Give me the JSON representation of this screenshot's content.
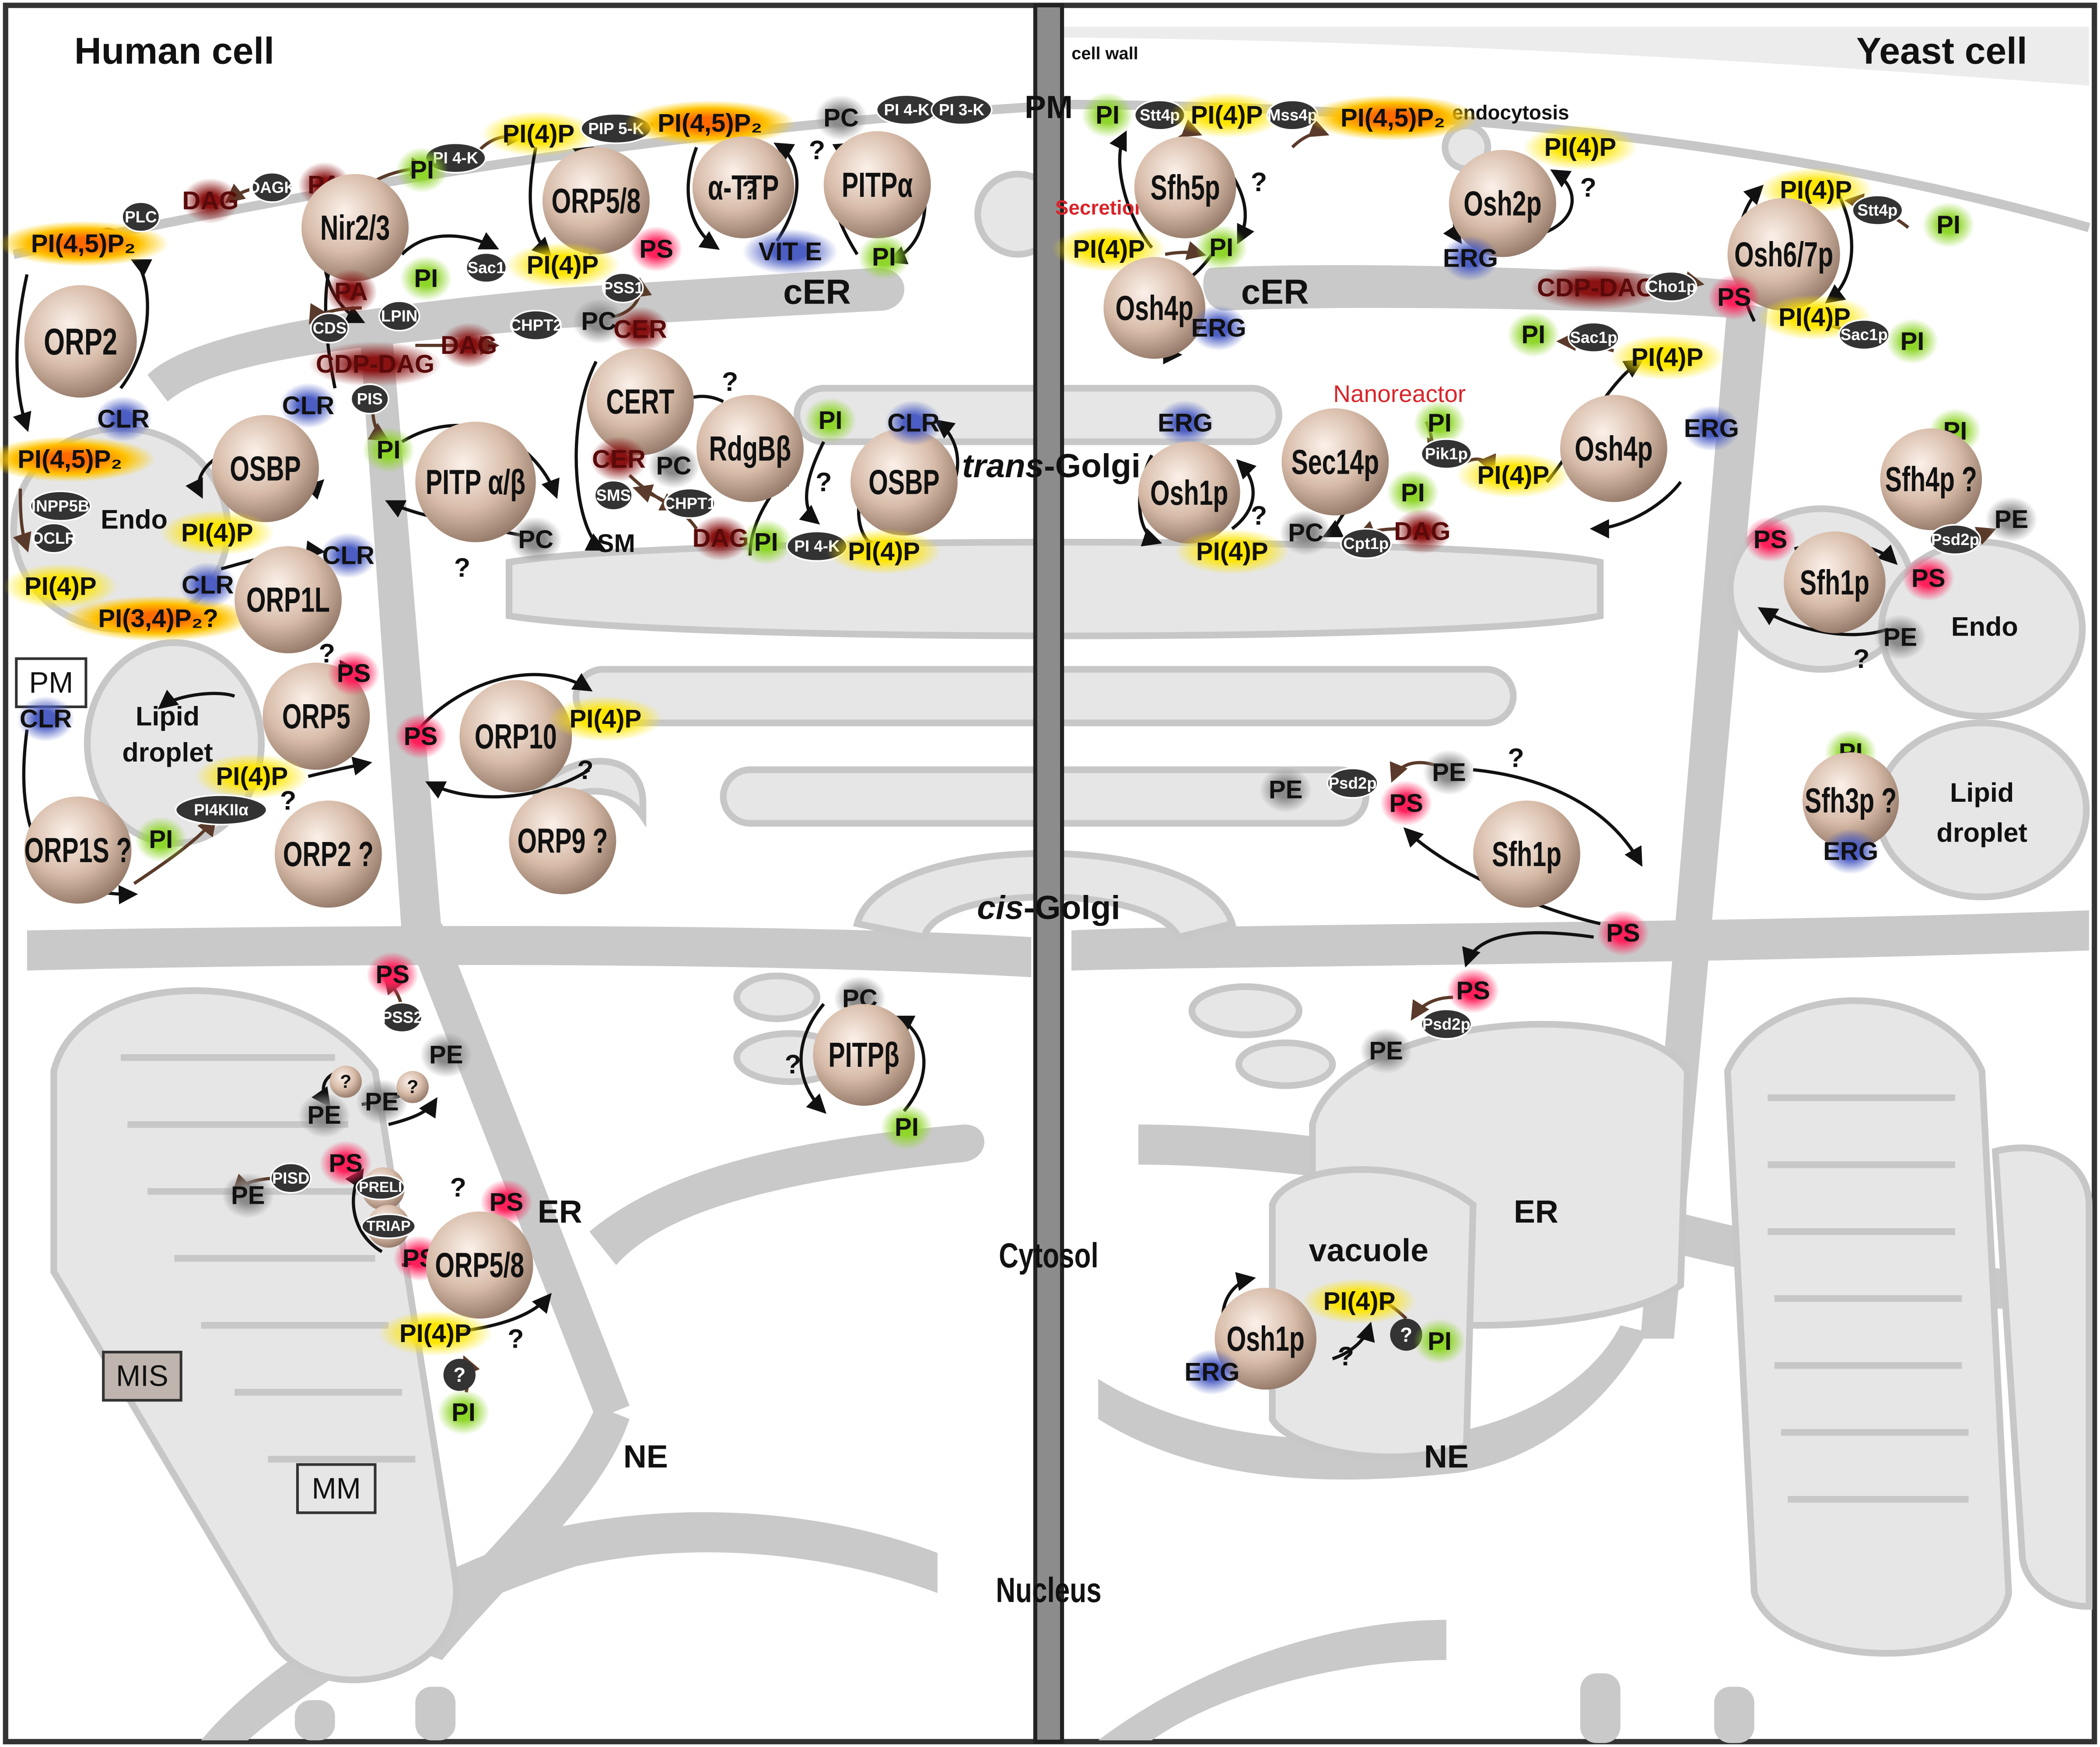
{
  "panels": {
    "human_title": "Human cell",
    "yeast_title": "Yeast cell",
    "center_pm": "PM",
    "cell_wall": "cell wall"
  },
  "compartments": {
    "human": {
      "cer": "cER",
      "endo": "Endo",
      "lipid_droplet": [
        "Lipid",
        "droplet"
      ],
      "pm_box": "PM",
      "mis_box": "MIS",
      "mm_box": "MM",
      "er": "ER",
      "ne": "NE"
    },
    "center": {
      "trans_golgi_italic": "trans",
      "trans_golgi_suffix": "-Golgi",
      "cis_golgi_italic": "cis",
      "cis_golgi_suffix": "-Golgi",
      "cytosol": "Cytosol",
      "nucleus": "Nucleus"
    },
    "yeast": {
      "cer": "cER",
      "endo": "Endo",
      "lipid_droplet": [
        "Lipid",
        "droplet"
      ],
      "er": "ER",
      "ne": "NE",
      "vacuole": "vacuole",
      "endocytosis": "endocytosis",
      "secretion": "Secretion",
      "nanoreactor": "Nanoreactor"
    }
  },
  "proteins": {
    "human": [
      "ORP2",
      "Nir2/3",
      "ORP5/8",
      "α-TTP",
      "PITPα",
      "OSBP",
      "CERT",
      "RdgBβ",
      "OSBP",
      "PITP α/β",
      "ORP1L",
      "ORP5",
      "ORP10",
      "ORP1S ?",
      "ORP2 ?",
      "ORP9 ?",
      "ORP5/8",
      "PITPβ"
    ],
    "yeast": [
      "Sfh5p",
      "Osh2p",
      "Osh6/7p",
      "Osh4p",
      "Osh1p",
      "Sec14p",
      "Osh4p",
      "Sfh4p ?",
      "Sfh1p",
      "Sfh1p",
      "Sfh3p ?",
      "Osh1p"
    ]
  },
  "enzymes": {
    "human": [
      "PLC",
      "DAGK",
      "PI 4-K",
      "PIP 5-K",
      "PI 4-K",
      "PI 3-K",
      "Sac1",
      "PSS1",
      "LPIN",
      "CDS",
      "CHPT2",
      "PIS",
      "SMS",
      "CHPT1",
      "PI 4-K",
      "INPP5B",
      "OCLR",
      "PI4KIIα",
      "PSS2",
      "PISD",
      "PRELI",
      "TRIAP"
    ],
    "yeast": [
      "Stt4p",
      "Mss4p",
      "Stt4p",
      "Cho1p",
      "Sac1p",
      "Sac1p",
      "Pik1p",
      "Cpt1p",
      "Psd2p",
      "Psd2p",
      "Psd2p"
    ]
  },
  "lipids": {
    "pi45p2": "PI(4,5)P₂",
    "pi34p2": "PI(3,4)P₂?",
    "pi4p": "PI(4)P",
    "pi": "PI",
    "ps": "PS",
    "pa": "PA",
    "dag": "DAG",
    "cdp_dag": "CDP-DAG",
    "pc": "PC",
    "pe": "PE",
    "clr": "CLR",
    "erg": "ERG",
    "cer": "CER",
    "sm": "SM",
    "vit_e": "VIT E"
  },
  "question_mark": "?",
  "colors": {
    "membrane": "#c9c9c9",
    "lumen": "#e6e6e6",
    "protein_fill": "#d9bfae",
    "enzyme_fill": "#333333",
    "pi4p_glow": "#ffe600",
    "pip2_glow": "#ff8a1f",
    "pi_glow": "#7fc820",
    "ps_glow": "#ff1f5a",
    "clr_glow": "#5561c0",
    "pe_glow": "#9a9a9a",
    "dag_glow": "#7a1010",
    "red_text": "#d9252a"
  }
}
